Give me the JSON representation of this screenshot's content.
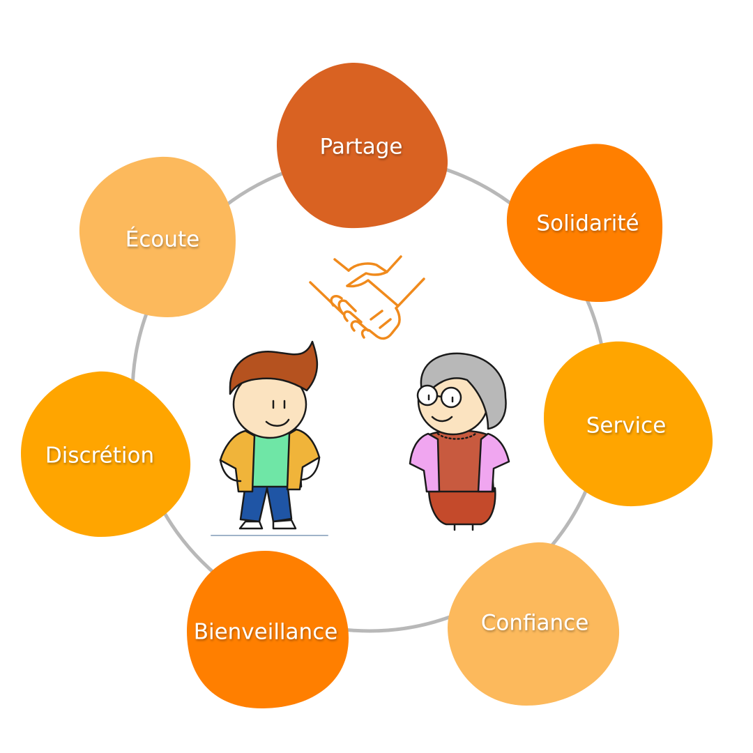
{
  "values": [
    {
      "label": "Partage",
      "color": "#d96222"
    },
    {
      "label": "Solidarité",
      "color": "#ff7f00"
    },
    {
      "label": "Service",
      "color": "#ffa500"
    },
    {
      "label": "Confiance",
      "color": "#fcb95c"
    },
    {
      "label": "Bienveillance",
      "color": "#ff7f00"
    },
    {
      "label": "Discrétion",
      "color": "#ffa500"
    },
    {
      "label": "Écoute",
      "color": "#fcb95c"
    }
  ],
  "ring_color": "#b8b8b8",
  "icons": {
    "center": "handshake-icon",
    "left_character": "young-man-illustration",
    "right_character": "elderly-woman-illustration"
  },
  "icon_color": "#f08a1c"
}
